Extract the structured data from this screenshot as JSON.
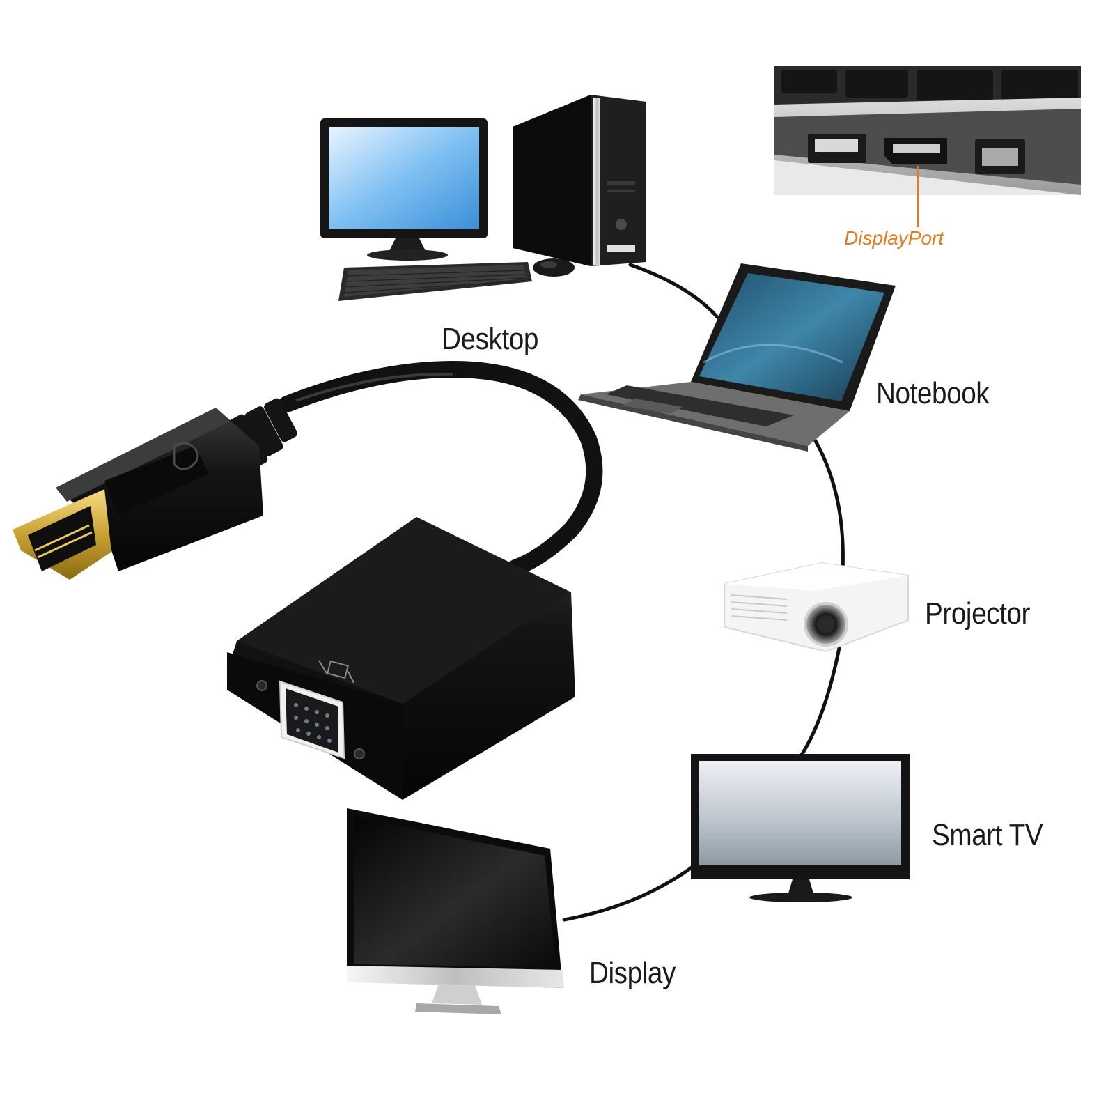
{
  "labels": {
    "desktop": "Desktop",
    "notebook": "Notebook",
    "projector": "Projector",
    "smart_tv": "Smart TV",
    "display": "Display",
    "displayport": "DisplayPort"
  },
  "colors": {
    "accent_orange": "#e07b1f",
    "cable": "#111111",
    "screen_blue": "#5aa8e6"
  }
}
